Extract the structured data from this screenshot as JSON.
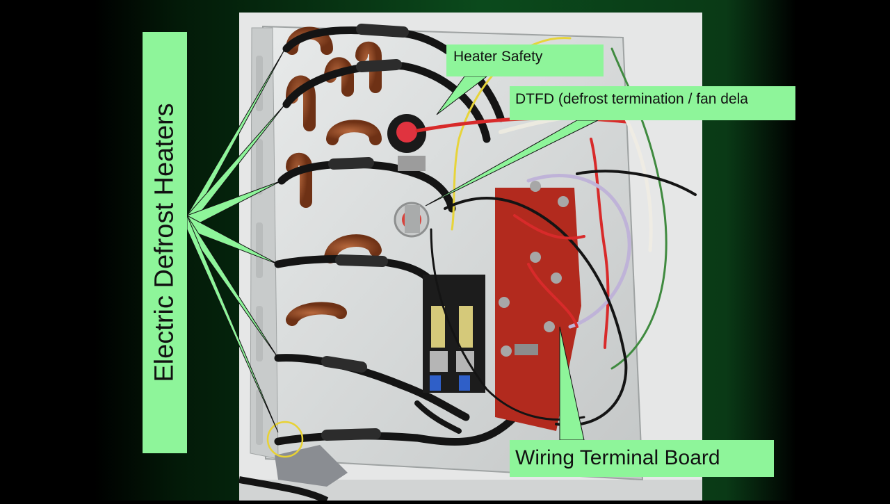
{
  "labels": {
    "electric_defrost_heaters": "Electric Defrost Heaters",
    "heater_safety": "Heater Safety",
    "dtfd": "DTFD  (defrost termination / fan dela",
    "wiring_terminal_board": "Wiring Terminal Board"
  },
  "colors": {
    "callout": "#8ef59a",
    "background_green": "#0b4a1c",
    "heater_coil": "#8a4322",
    "terminal_board": "#b22a1e",
    "panel": "#d9dcdc"
  }
}
